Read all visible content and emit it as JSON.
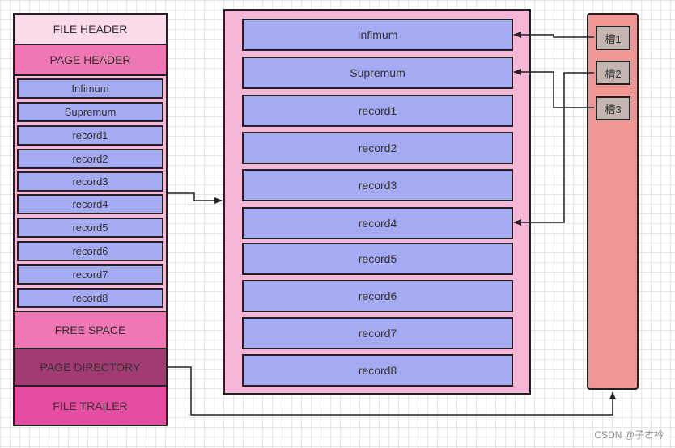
{
  "left_page": {
    "file_header": "FILE HEADER",
    "page_header": "PAGE HEADER",
    "records": [
      "Infimum",
      "Supremum",
      "record1",
      "record2",
      "record3",
      "record4",
      "record5",
      "record6",
      "record7",
      "record8"
    ],
    "free_space": "FREE SPACE",
    "page_directory": "PAGE DIRECTORY",
    "file_trailer": "FILE TRAILER"
  },
  "records_panel": {
    "records": [
      "Infimum",
      "Supremum",
      "record1",
      "record2",
      "record3",
      "record4",
      "record5",
      "record6",
      "record7",
      "record8"
    ]
  },
  "page_directory_panel": {
    "slots": [
      "槽1",
      "槽2",
      "槽3"
    ]
  },
  "watermark": "CSDN @子ㄜ衿",
  "colors": {
    "file_header": "#fbdaea",
    "page_header": "#ef78b4",
    "user_records": "#f5b6d8",
    "record": "#a4abf2",
    "free_space": "#ef78b4",
    "page_directory": "#a23b72",
    "file_trailer": "#e64da1",
    "directory_panel": "#f09694",
    "slot": "#c4b5b0"
  }
}
